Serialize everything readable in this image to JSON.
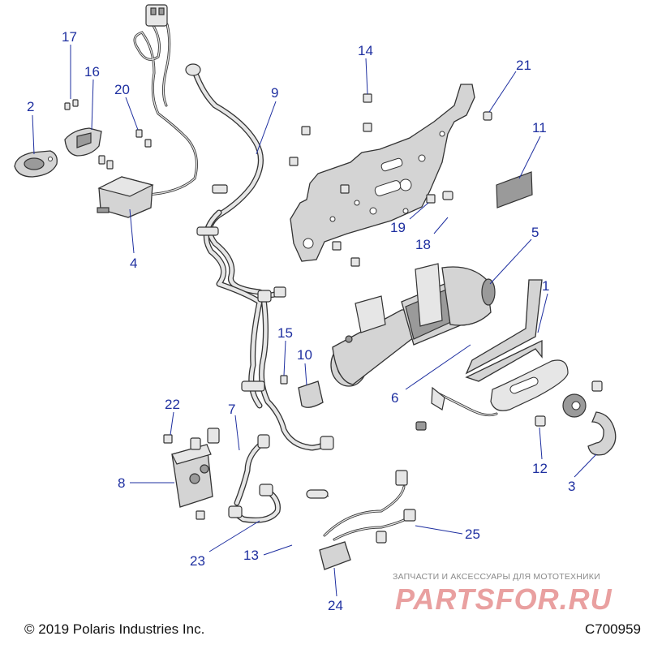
{
  "diagram": {
    "callouts": [
      {
        "id": "c1",
        "label": "1"
      },
      {
        "id": "c2",
        "label": "2"
      },
      {
        "id": "c3",
        "label": "3"
      },
      {
        "id": "c4",
        "label": "4"
      },
      {
        "id": "c5",
        "label": "5"
      },
      {
        "id": "c6",
        "label": "6"
      },
      {
        "id": "c7",
        "label": "7"
      },
      {
        "id": "c8",
        "label": "8"
      },
      {
        "id": "c9",
        "label": "9"
      },
      {
        "id": "c10",
        "label": "10"
      },
      {
        "id": "c11",
        "label": "11"
      },
      {
        "id": "c12",
        "label": "12"
      },
      {
        "id": "c13",
        "label": "13"
      },
      {
        "id": "c14",
        "label": "14"
      },
      {
        "id": "c15",
        "label": "15"
      },
      {
        "id": "c16",
        "label": "16"
      },
      {
        "id": "c17",
        "label": "17"
      },
      {
        "id": "c18",
        "label": "18"
      },
      {
        "id": "c19",
        "label": "19"
      },
      {
        "id": "c20",
        "label": "20"
      },
      {
        "id": "c21",
        "label": "21"
      },
      {
        "id": "c22",
        "label": "22"
      },
      {
        "id": "c23",
        "label": "23"
      },
      {
        "id": "c24",
        "label": "24"
      },
      {
        "id": "c25",
        "label": "25"
      }
    ],
    "callout_color": "#1e2fa0"
  },
  "footer": {
    "copyright": "© 2019 Polaris Industries Inc.",
    "drawing_id": "C700959"
  },
  "watermark": {
    "tagline": "ЗАПЧАСТИ И АКСЕССУАРЫ ДЛЯ МОТОТЕХНИКИ",
    "brand": "PARTSFOR.RU",
    "color": "#e9a0a0"
  }
}
